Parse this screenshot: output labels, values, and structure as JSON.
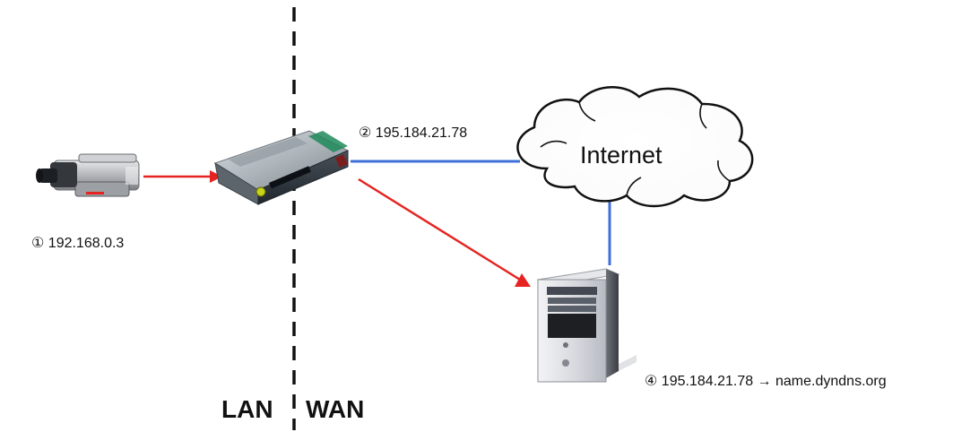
{
  "zones": {
    "lan": "LAN",
    "wan": "WAN"
  },
  "nodes": {
    "camera": {
      "icon": "ip-camera-icon",
      "label": "① 192.168.0.3"
    },
    "router": {
      "icon": "router-icon",
      "label": "② 195.184.21.78"
    },
    "internet": {
      "icon": "cloud-icon",
      "label": "Internet"
    },
    "server": {
      "icon": "server-tower-icon",
      "label": "④ 195.184.21.78 → name.dyndns.org"
    }
  },
  "colors": {
    "lan_link": "#e52421",
    "wan_link": "#3f6fd8",
    "boundary": "#111111"
  }
}
